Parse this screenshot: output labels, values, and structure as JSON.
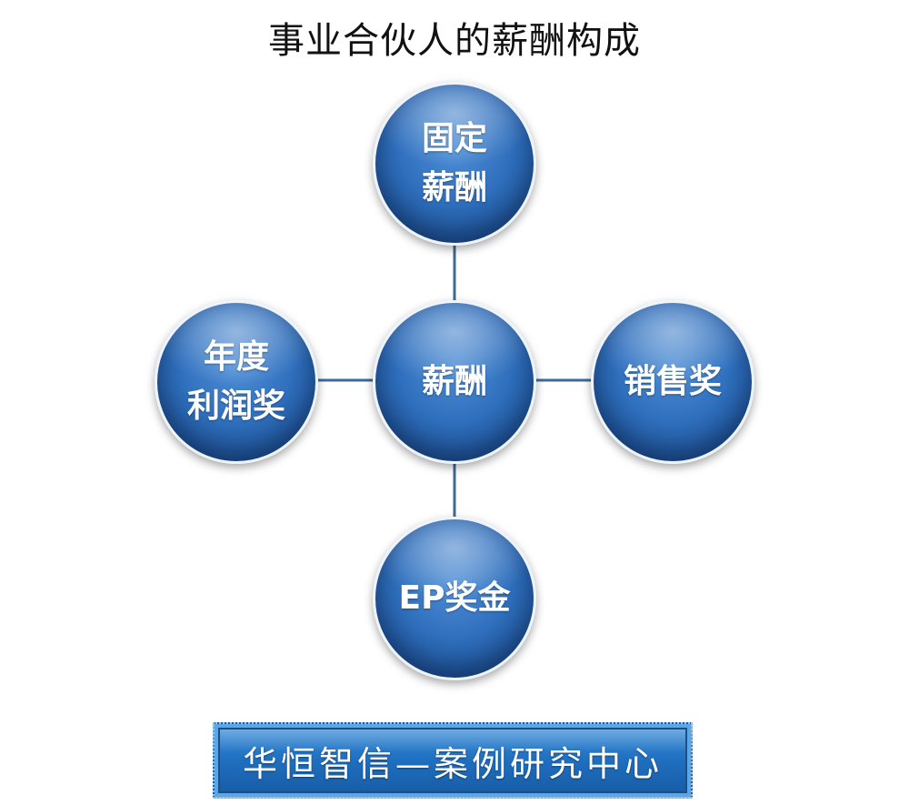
{
  "title": "事业合伙人的薪酬构成",
  "nodes": {
    "top": {
      "lines": [
        "固定",
        "薪酬"
      ]
    },
    "center": {
      "lines": [
        "薪酬",
        ""
      ]
    },
    "left": {
      "lines": [
        "年度",
        "利润奖"
      ]
    },
    "right": {
      "lines": [
        "销售奖",
        ""
      ]
    },
    "bottom": {
      "lines": [
        "EP奖金",
        ""
      ]
    }
  },
  "banner": {
    "text": "华恒智信—案例研究中心"
  },
  "colors": {
    "node_fill": "#2f6fbd",
    "connector": "#3d6a9a",
    "banner_fill": "#1f6fc0"
  }
}
